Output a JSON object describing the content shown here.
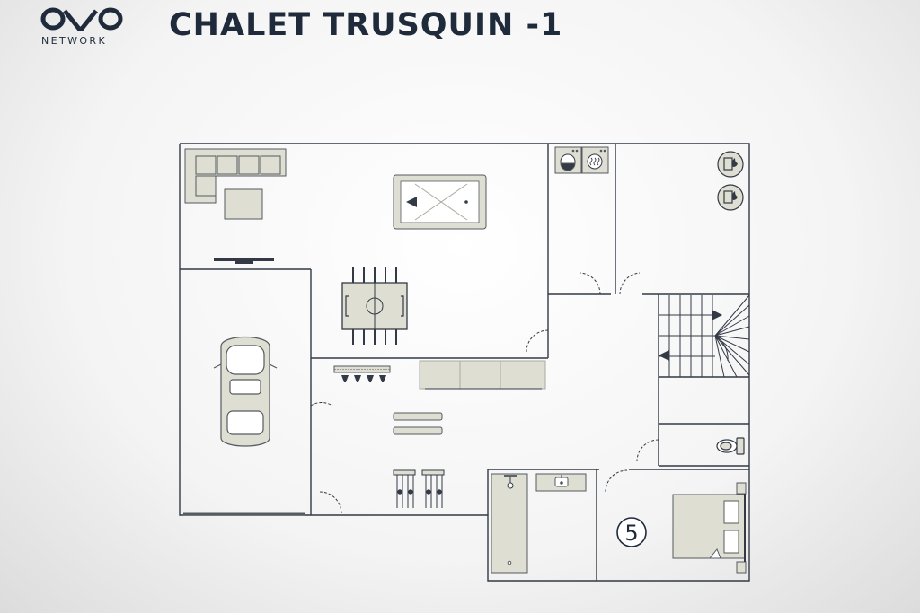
{
  "brand": {
    "name": "NETWORK"
  },
  "page": {
    "title": "CHALET TRUSQUIN -1"
  },
  "floorplan": {
    "room_number": "5",
    "colors": {
      "wall": "#333a45",
      "furniture_fill": "#deded3",
      "furniture_stroke": "#555b5f",
      "text": "#1f2a3a"
    },
    "icons": [
      "sofa-icon",
      "coffee-table-icon",
      "tv-icon",
      "pool-table-icon",
      "foosball-table-icon",
      "car-icon",
      "washing-machine-icon",
      "dryer-icon",
      "water-heater-icon",
      "staircase-icon",
      "toilet-icon",
      "bathtub-icon",
      "sink-icon",
      "bed-icon",
      "ski-rack-icon",
      "ski-boot-dryer-icon",
      "bench-icon",
      "kitchen-counter-icon"
    ]
  }
}
